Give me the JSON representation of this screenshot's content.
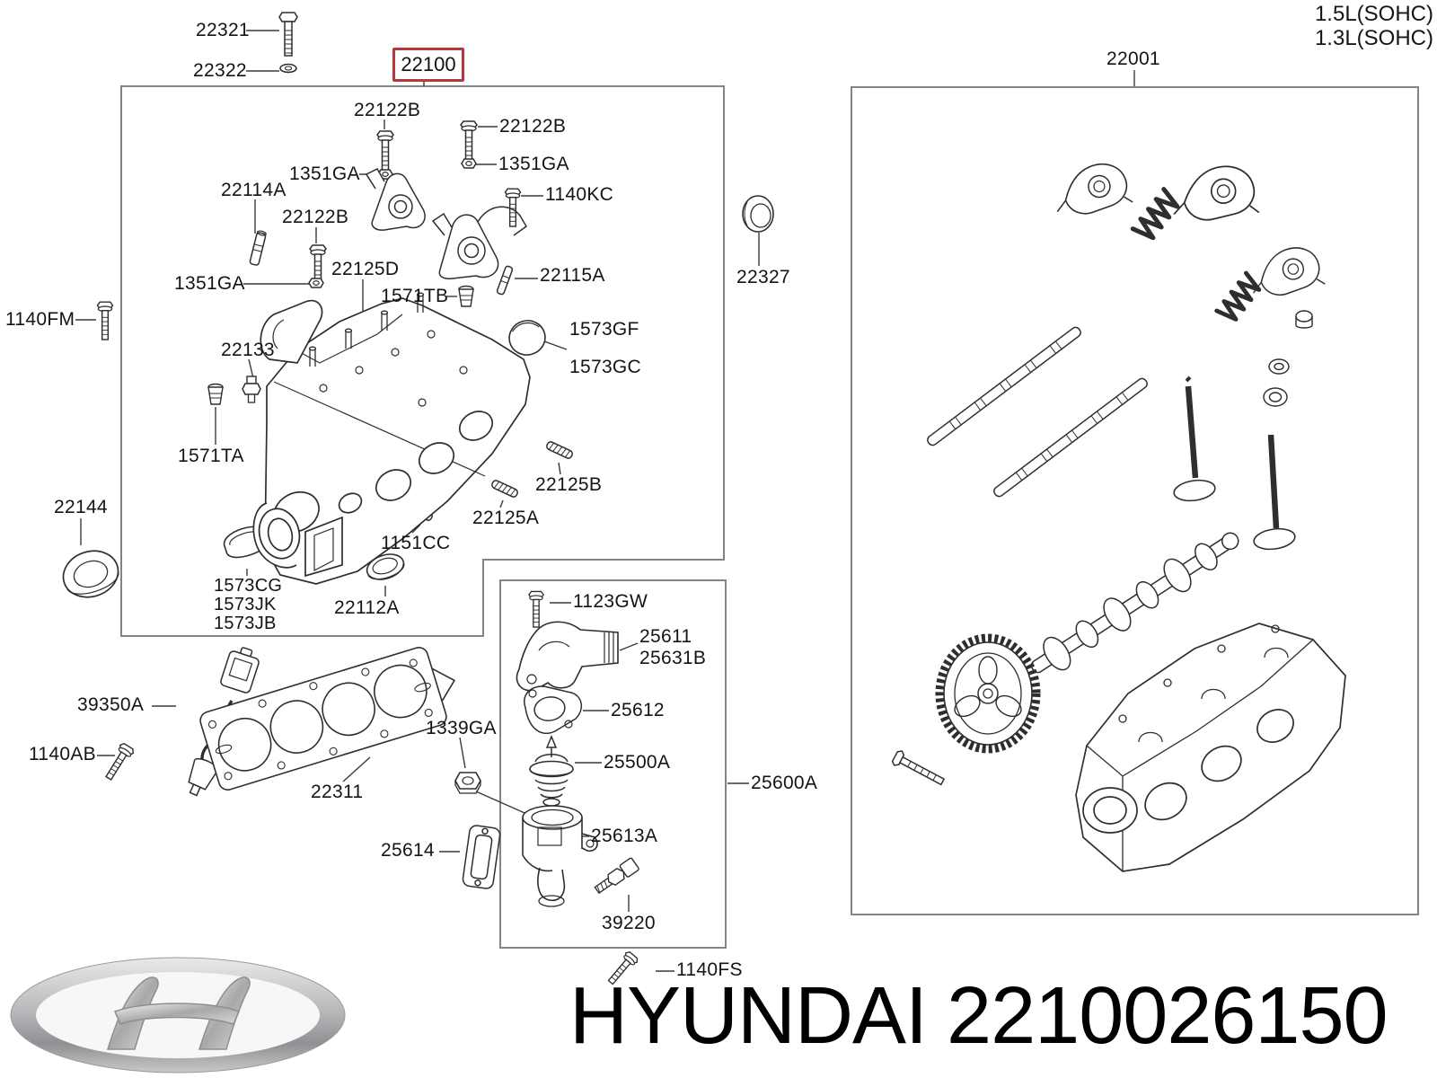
{
  "footer": {
    "brand": "HYUNDAI",
    "part_number": "2210026150"
  },
  "engine_variants": [
    "1.5L(SOHC)",
    "1.3L(SOHC)"
  ],
  "highlight_color": "#b8353c",
  "parts": {
    "22321": "22321",
    "22322": "22322",
    "22100": "22100",
    "22001": "22001",
    "22122B": "22122B",
    "1351GA": "1351GA",
    "22114A": "22114A",
    "1140KC": "1140KC",
    "22115A": "22115A",
    "22125D": "22125D",
    "1571TB": "1571TB",
    "1573GF": "1573GF",
    "1573GC": "1573GC",
    "22327": "22327",
    "22133": "22133",
    "1140FM": "1140FM",
    "1571TA": "1571TA",
    "22144": "22144",
    "1573CG": "1573CG",
    "1573JK": "1573JK",
    "1573JB": "1573JB",
    "22112A": "22112A",
    "1151CC": "1151CC",
    "22125A": "22125A",
    "22125B": "22125B",
    "39350A": "39350A",
    "1140AB": "1140AB",
    "22311": "22311",
    "1339GA": "1339GA",
    "25614": "25614",
    "1123GW": "1123GW",
    "25611": "25611",
    "25631B": "25631B",
    "25612": "25612",
    "25500A": "25500A",
    "25613A": "25613A",
    "39220": "39220",
    "25600A": "25600A",
    "1140FS": "1140FS"
  },
  "icons": {
    "logo": "hyundai-logo"
  }
}
